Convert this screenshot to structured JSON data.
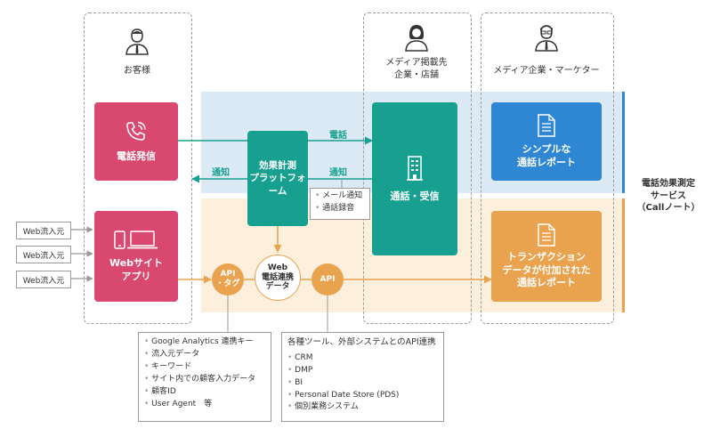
{
  "columns": {
    "customer": "お客様",
    "media_line1": "メディア掲載先",
    "media_line2": "企業・店舗",
    "marketer": "メディア企業・マーケター"
  },
  "boxes": {
    "call": "電話発信",
    "web_line1": "Webサイト",
    "web_line2": "アプリ",
    "platform_line1": "効果計測",
    "platform_line2": "プラットフォーム",
    "receive": "通話・受信",
    "simple_report_line1": "シンプルな",
    "simple_report_line2": "通話レポート",
    "transaction_report_line1": "トランザクション",
    "transaction_report_line2": "データが付加された",
    "transaction_report_line3": "通話レポート"
  },
  "flows": {
    "call_top": "電話",
    "notify_left": "通知",
    "notify_right": "通知"
  },
  "notify_note": [
    "メール通知",
    "通話録音"
  ],
  "web_sources": [
    "Web流入元",
    "Web流入元",
    "Web流入元"
  ],
  "circles": {
    "api_tag_line1": "API",
    "api_tag_line2": "・タグ",
    "web_call_line1": "Web",
    "web_call_line2": "電話連携",
    "web_call_line3": "データ",
    "api": "API"
  },
  "service": {
    "line1": "電話効果測定",
    "line2": "サービス",
    "line3": "（Callノート）"
  },
  "left_note": [
    "Google Analytics 連携キー",
    "流入元データ",
    "キーワード",
    "サイト内での顧客入力データ",
    "顧客ID",
    "User Agent　等"
  ],
  "right_note": {
    "title": "各種ツール、外部システムとのAPI連携",
    "items": [
      "CRM",
      "DMP",
      "BI",
      "Personal Date Store (PDS)",
      "個別業務システム"
    ]
  },
  "colors": {
    "pink": "#d9486e",
    "teal": "#17a08f",
    "blue": "#2f87d4",
    "orange": "#e9a24d",
    "band_blue": "#dceaf6",
    "band_orange": "#fcefdc"
  }
}
